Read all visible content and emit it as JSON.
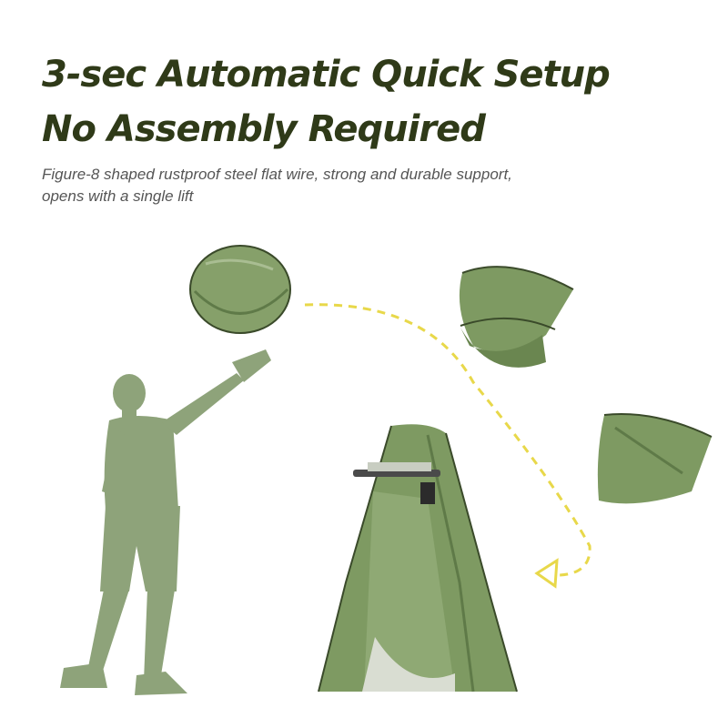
{
  "headline": {
    "line1": "3-sec Automatic Quick Setup",
    "line2": "No Assembly Required"
  },
  "description": {
    "line1": "Figure-8 shaped rustproof steel flat wire, strong and durable support,",
    "line2": "opens with a single lift"
  },
  "colors": {
    "headline": "#2f3a18",
    "body_text": "#555555",
    "tent_green": "#7e9a62",
    "silhouette": "#8ea37a",
    "arrow": "#e8d84a"
  }
}
